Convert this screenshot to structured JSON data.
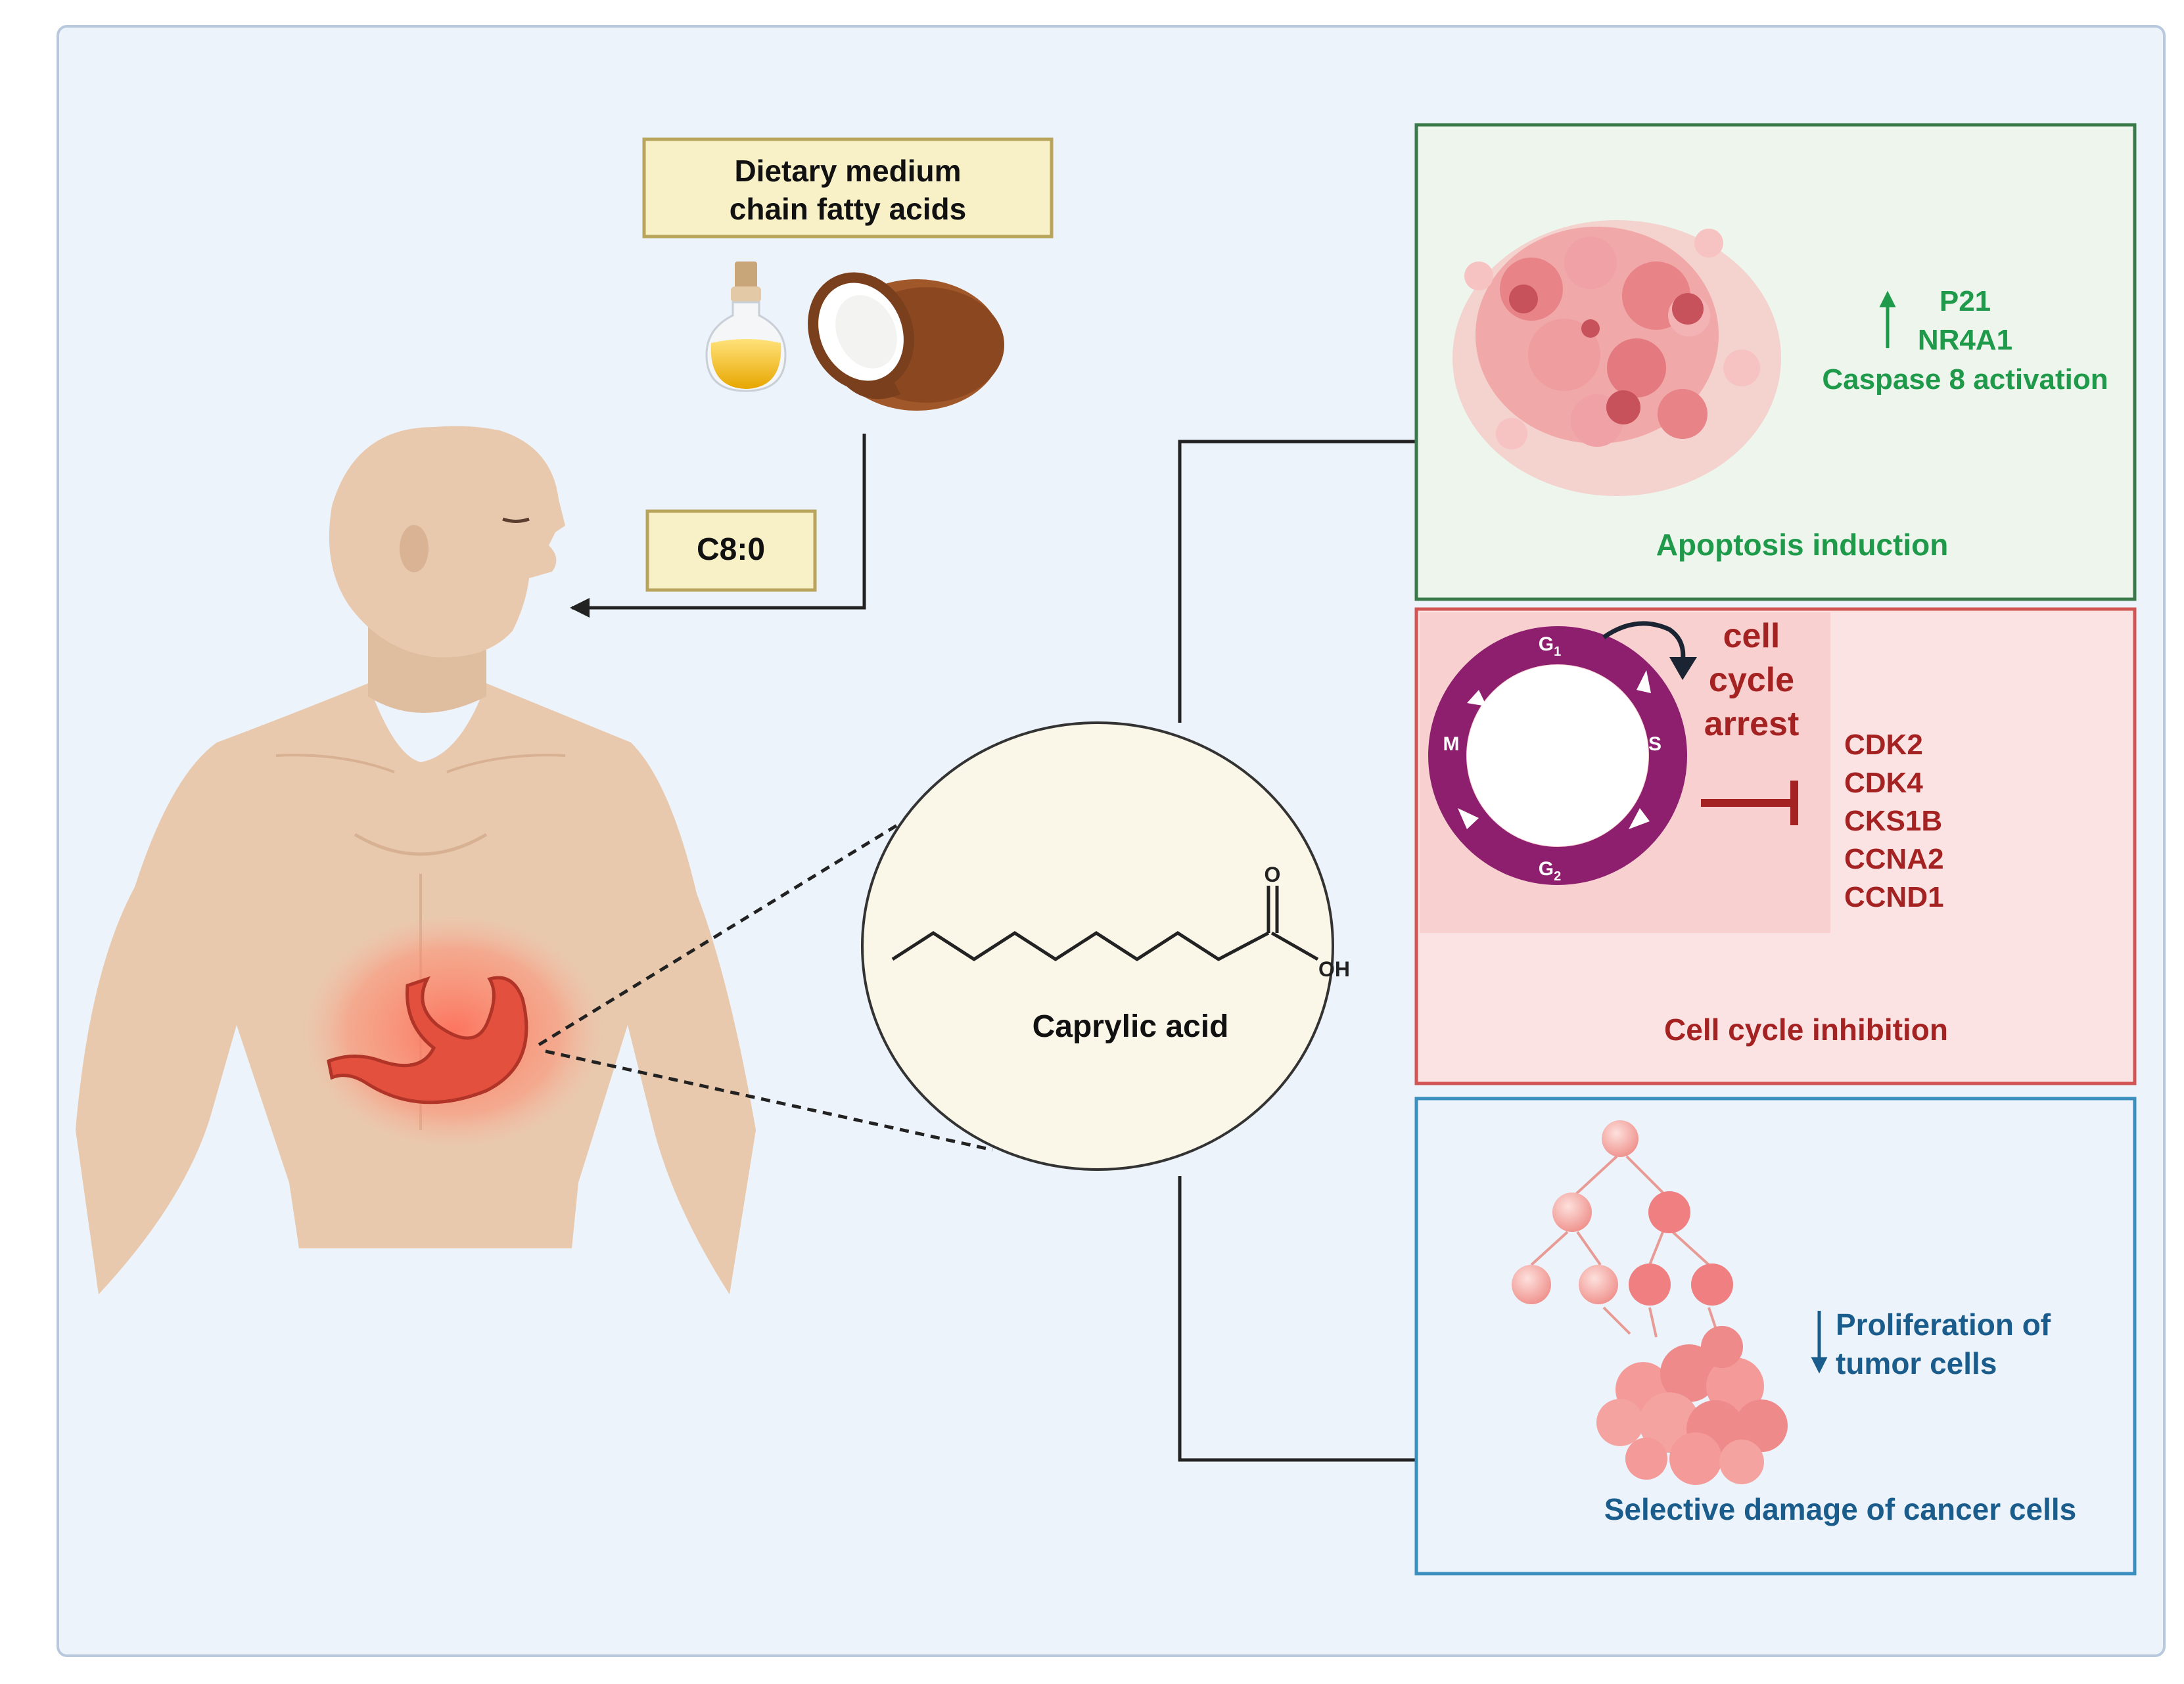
{
  "header": {
    "source_label_line1": "Dietary medium",
    "source_label_line2": "chain fatty acids",
    "compound_label": "C8:0",
    "molecule_name": "Caprylic acid",
    "molecule_atom_o": "O",
    "molecule_atom_oh": "OH"
  },
  "apoptosis": {
    "gene1": "P21",
    "gene2": "NR4A1",
    "effect": "Caspase 8 activation",
    "title": "Apoptosis induction"
  },
  "cell_cycle": {
    "phase_g1": "G",
    "phase_g1_sub": "1",
    "phase_s": "S",
    "phase_g2": "G",
    "phase_g2_sub": "2",
    "phase_m": "M",
    "arrest_line1": "cell",
    "arrest_line2": "cycle",
    "arrest_line3": "arrest",
    "genes": [
      "CDK2",
      "CDK4",
      "CKS1B",
      "CCNA2",
      "CCND1"
    ],
    "title": "Cell cycle inhibition"
  },
  "proliferation": {
    "effect_line1": "Proliferation of",
    "effect_line2": "tumor cells",
    "title": "Selective damage of cancer cells"
  },
  "colors": {
    "background": "#edf3fb",
    "apoptosis_border": "#3a7a4a",
    "apoptosis_fill": "#eef5ec",
    "apoptosis_text": "#1f9a4a",
    "cellcycle_border": "#d25555",
    "cellcycle_fill": "#fbe3e3",
    "cellcycle_text": "#a42222",
    "ring": "#8e1f6e",
    "prolif_border": "#3b8fbf",
    "prolif_text": "#1a5d8c",
    "label_box_fill": "#f8f0c6",
    "label_box_border": "#b9a45c"
  }
}
